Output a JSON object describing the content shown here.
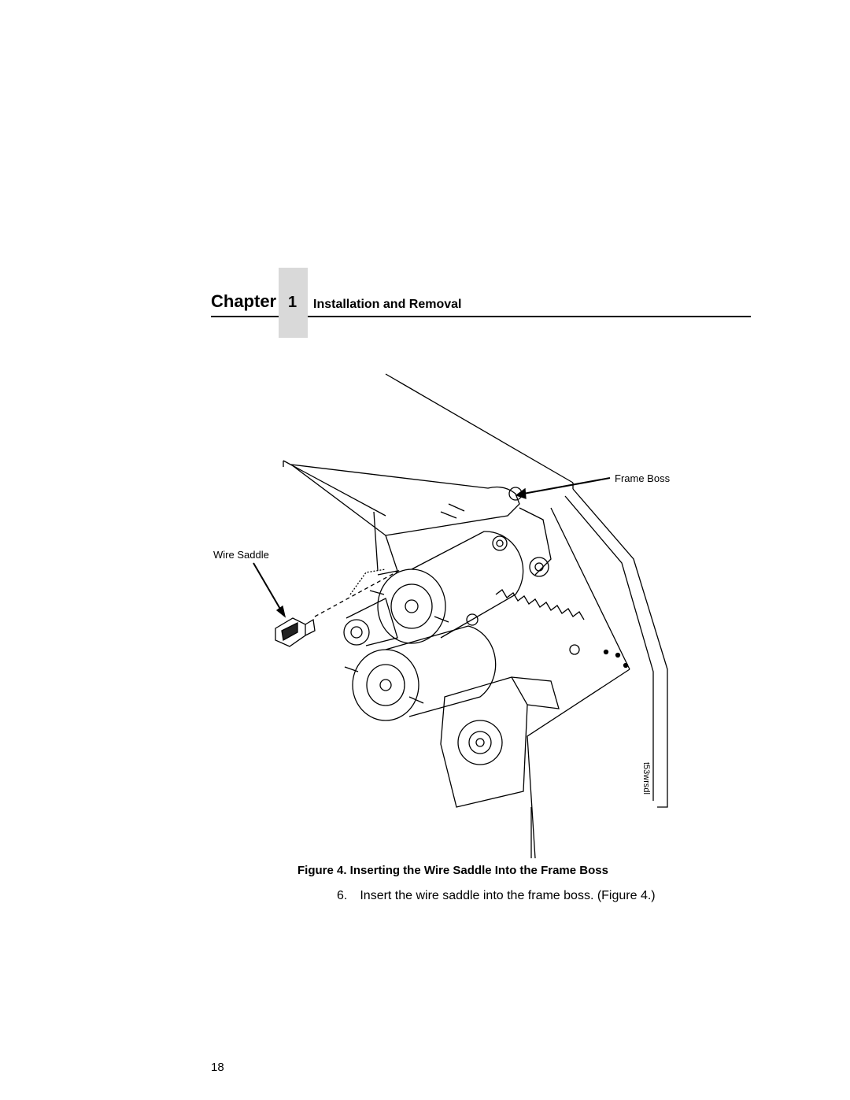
{
  "header": {
    "chapter_word": "Chapter",
    "chapter_number": "1",
    "chapter_title": "Installation and Removal"
  },
  "figure": {
    "labels": {
      "frame_boss": "Frame Boss",
      "wire_saddle": "Wire Saddle"
    },
    "drawing_code": "t53wrsdl",
    "caption": "Figure 4. Inserting the Wire Saddle Into the Frame Boss"
  },
  "body": {
    "step_text": "6. Insert the wire saddle into the frame boss. (Figure 4.)"
  },
  "footer": {
    "page_number": "18"
  }
}
